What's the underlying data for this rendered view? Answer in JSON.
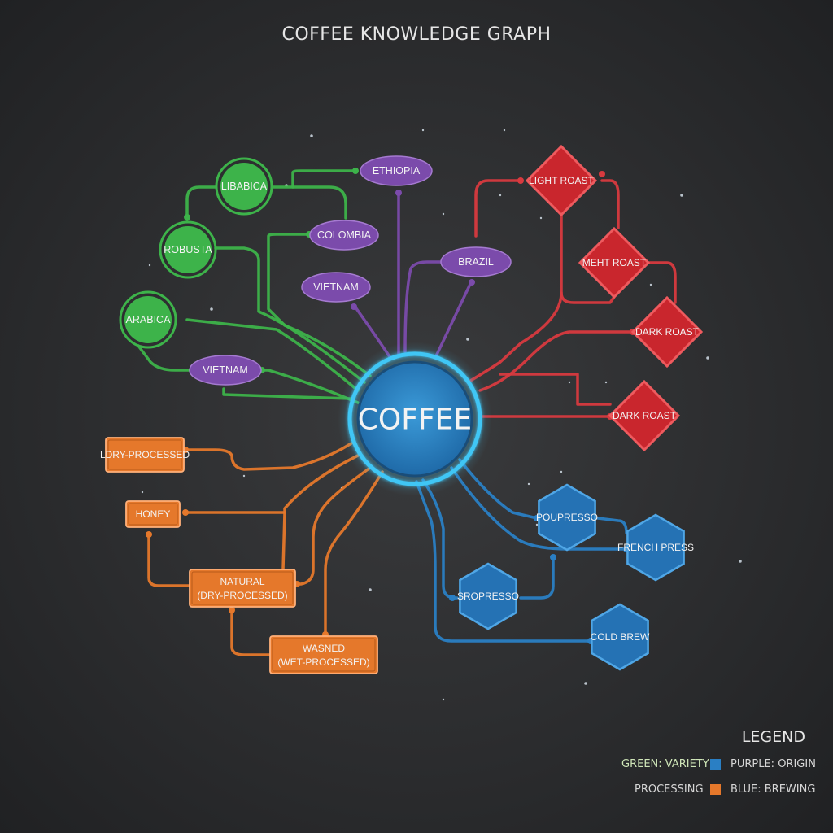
{
  "title": "COFFEE KNOWLEDGE GRAPH",
  "center": {
    "label": "COFFEE"
  },
  "colors": {
    "variety": "#3db34a",
    "origin": "#7b4bab",
    "roast": "#d83a3f",
    "brewing": "#2a7fc4",
    "processing": "#e5782b",
    "center": "#2d86c6"
  },
  "nodes": {
    "variety": [
      {
        "id": "v1",
        "label": "LIBABICA"
      },
      {
        "id": "v2",
        "label": "ROBUSTA"
      },
      {
        "id": "v3",
        "label": "ARABICA"
      }
    ],
    "origin": [
      {
        "id": "o1",
        "label": "ETHIOPIA"
      },
      {
        "id": "o2",
        "label": "COLOMBIA"
      },
      {
        "id": "o3",
        "label": "BRAZIL"
      },
      {
        "id": "o4",
        "label": "VIETNAM"
      },
      {
        "id": "o5",
        "label": "VIETNAM"
      }
    ],
    "roast": [
      {
        "id": "r1",
        "label": "LIGHT ROAST"
      },
      {
        "id": "r2",
        "label": "MEHT ROAST"
      },
      {
        "id": "r3",
        "label": "DARK ROAST"
      },
      {
        "id": "r4",
        "label": "DARK ROAST"
      }
    ],
    "processing": [
      {
        "id": "p1",
        "label": "LDRY-PROCESSED"
      },
      {
        "id": "p2",
        "label": "HONEY"
      },
      {
        "id": "p3",
        "label": "NATURAL",
        "label2": "(DRY-PROCESSED)"
      },
      {
        "id": "p4",
        "label": "WASNED",
        "label2": "(WET-PROCESSED)"
      }
    ],
    "brewing": [
      {
        "id": "b1",
        "label": "POUPRESSO"
      },
      {
        "id": "b2",
        "label": "FRENCH PRESS"
      },
      {
        "id": "b3",
        "label": "SROPRESSO"
      },
      {
        "id": "b4",
        "label": "COLD BREW"
      }
    ]
  },
  "legend": {
    "title": "LEGEND",
    "items": [
      {
        "label": "GREEN: VARIETY",
        "color": "#3db34a"
      },
      {
        "label": "PURPLE: ORIGIN",
        "color": "#2a7fc4"
      },
      {
        "label": "PROCESSING",
        "color": ""
      },
      {
        "label": "BLUE: BREWING",
        "color": "#e5782b"
      }
    ]
  }
}
